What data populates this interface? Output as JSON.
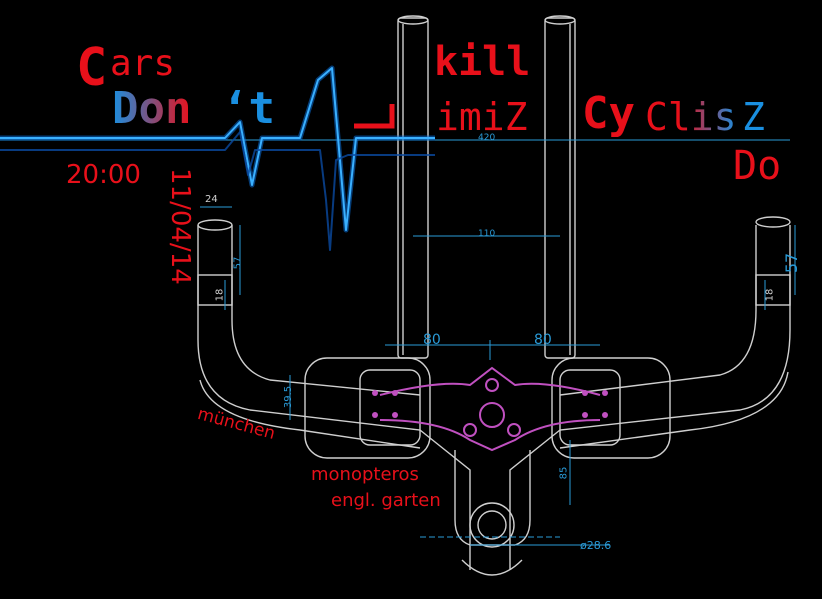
{
  "colors": {
    "background": "#000000",
    "red": "#e8101a",
    "blue": "#1a8fe0",
    "pulse": "#0a6fd8",
    "drawing": "#cfcfcf",
    "dimension": "#2a9bd8",
    "accent": "#c050c0"
  },
  "poster": {
    "word_c": "C",
    "word_ars": "ars",
    "word_dont": "Don",
    "word_apos_t": "‘t",
    "word_kill": "kill",
    "word_imiz": "imiZ",
    "word_cy": "Cy",
    "word_clis": "Clis",
    "word_z": "Z",
    "word_do": "Do",
    "time": "20:00",
    "date": "11/04/14",
    "location_city": "münchen",
    "location_place_1": "monopteros",
    "location_place_2": "engl. garten"
  },
  "drawing": {
    "dim_width": "420",
    "dim_inner": "110",
    "dim_left_80": "80",
    "dim_right_80": "80",
    "dim_24": "24",
    "dim_57_left": "57",
    "dim_57_right": "57",
    "dim_18_left": "18",
    "dim_18_right": "18",
    "dim_39": "39.5",
    "dim_85": "85",
    "dim_diameter": "ø28.6"
  },
  "icons": [
    "heartbeat-pulse-line",
    "handlebar-technical-drawing"
  ]
}
